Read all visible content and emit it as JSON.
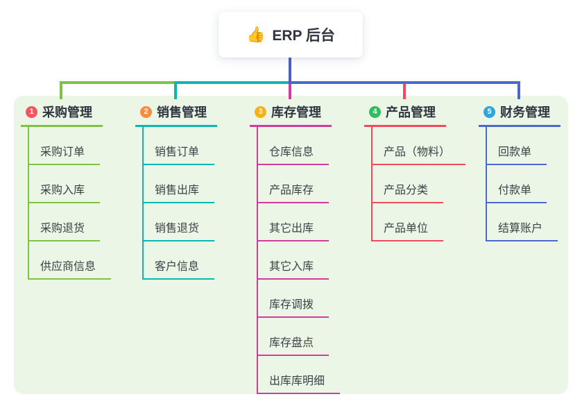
{
  "root": {
    "label": "ERP 后台",
    "icon": "thumbs-up-icon",
    "icon_glyph": "👍"
  },
  "colors": {
    "panel_bg": "#ebf6e6",
    "root_connector": "#4a5ec9",
    "root_text": "#2f3440"
  },
  "branches": [
    {
      "number": "1",
      "label": "采购管理",
      "line_color": "#7dc243",
      "badge_color": "#f2565f",
      "children": [
        "采购订单",
        "采购入库",
        "采购退货",
        "供应商信息"
      ]
    },
    {
      "number": "2",
      "label": "销售管理",
      "line_color": "#0bb8af",
      "badge_color": "#fa8c42",
      "children": [
        "销售订单",
        "销售出库",
        "销售退货",
        "客户信息"
      ]
    },
    {
      "number": "3",
      "label": "库存管理",
      "line_color": "#d33a9e",
      "badge_color": "#fcb017",
      "children": [
        "仓库信息",
        "产品库存",
        "其它出库",
        "其它入库",
        "库存调拨",
        "库存盘点",
        "出库库明细"
      ]
    },
    {
      "number": "4",
      "label": "产品管理",
      "line_color": "#f24a5b",
      "badge_color": "#2fbd5f",
      "children": [
        "产品（物料）",
        "产品分类",
        "产品单位"
      ]
    },
    {
      "number": "5",
      "label": "财务管理",
      "line_color": "#4b68cb",
      "badge_color": "#31a4dd",
      "children": [
        "回款单",
        "付款单",
        "结算账户"
      ]
    }
  ]
}
